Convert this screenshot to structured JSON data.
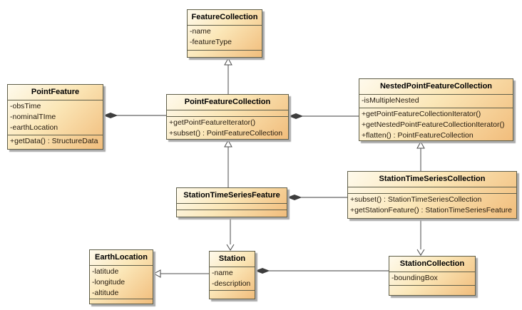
{
  "diagram": {
    "kind": "uml-class-diagram",
    "colors": {
      "box_gradient_top": "#FEFAEC",
      "box_gradient_bottom": "#F1BD7C",
      "box_border": "#5F5E49",
      "connector": "#4B4B4B",
      "shadow": "#ABABAB",
      "background": "#FFFFFF"
    }
  },
  "classes": {
    "featureCollection": {
      "name": "FeatureCollection",
      "attributes": [
        "-name",
        "-featureType"
      ],
      "methods": []
    },
    "pointFeature": {
      "name": "PointFeature",
      "attributes": [
        "-obsTime",
        "-nominalTIme",
        "-earthLocation"
      ],
      "methods": [
        "+getData() : StructureData"
      ]
    },
    "pointFeatureCollection": {
      "name": "PointFeatureCollection",
      "attributes": [],
      "methods": [
        "+getPointFeatureIterator()",
        "+subset() : PointFeatureCollection"
      ]
    },
    "nestedPointFeatureCollection": {
      "name": "NestedPointFeatureCollection",
      "attributes": [
        "-isMultipleNested"
      ],
      "methods": [
        "+getPointFeatureCollectionIterator()",
        "+getNestedPointFeatureCollectionIterator()",
        "+flatten() : PointFeatureCollection"
      ]
    },
    "stationTimeSeriesCollection": {
      "name": "StationTimeSeriesCollection",
      "attributes": [],
      "methods": [
        "+subset() : StationTimeSeriesCollection",
        "+getStationFeature() : StationTimeSeriesFeature"
      ]
    },
    "stationTimeSeriesFeature": {
      "name": "StationTimeSeriesFeature",
      "attributes": [],
      "methods": []
    },
    "earthLocation": {
      "name": "EarthLocation",
      "attributes": [
        "-latitude",
        "-longitude",
        "-altitude"
      ],
      "methods": []
    },
    "station": {
      "name": "Station",
      "attributes": [
        "-name",
        "-description"
      ],
      "methods": []
    },
    "stationCollection": {
      "name": "StationCollection",
      "attributes": [
        "-boundingBox"
      ],
      "methods": []
    }
  },
  "relationships": [
    {
      "type": "generalization",
      "from": "PointFeatureCollection",
      "to": "FeatureCollection"
    },
    {
      "type": "generalization",
      "from": "StationTimeSeriesFeature",
      "to": "PointFeatureCollection"
    },
    {
      "type": "generalization",
      "from": "StationTimeSeriesCollection",
      "to": "NestedPointFeatureCollection"
    },
    {
      "type": "generalization",
      "from": "Station",
      "to": "EarthLocation"
    },
    {
      "type": "composition",
      "diamond_end": "PointFeature",
      "other_end": "PointFeatureCollection"
    },
    {
      "type": "composition",
      "diamond_end": "PointFeatureCollection",
      "other_end": "NestedPointFeatureCollection"
    },
    {
      "type": "composition",
      "diamond_end": "StationTimeSeriesFeature",
      "other_end": "StationTimeSeriesCollection"
    },
    {
      "type": "composition",
      "diamond_end": "Station",
      "other_end": "StationCollection"
    },
    {
      "type": "directed-association",
      "from": "StationTimeSeriesFeature",
      "to": "Station"
    },
    {
      "type": "directed-association",
      "from": "StationTimeSeriesCollection",
      "to": "StationCollection"
    }
  ]
}
